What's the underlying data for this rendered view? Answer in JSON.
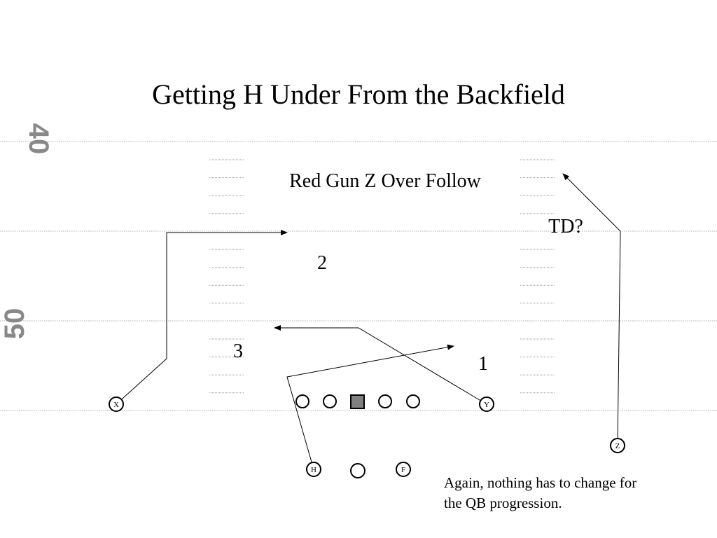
{
  "slide": {
    "title": "Getting H Under From the Backfield",
    "play_name": "Red Gun Z Over Follow",
    "note": "Again, nothing has to change for the QB progression.",
    "note_line1": "Again, nothing has to change for",
    "note_line2": "the QB progression."
  },
  "field": {
    "yard_numbers": [
      "40",
      "50"
    ]
  },
  "annotations": {
    "td": "TD?",
    "read1": "1",
    "read2": "2",
    "read3": "3"
  },
  "players": {
    "x": "X",
    "y": "Y",
    "z": "Z",
    "h": "H",
    "f": "F"
  },
  "colors": {
    "yard_number": "#888888",
    "center_fill": "#808080",
    "lines": "#000000"
  }
}
